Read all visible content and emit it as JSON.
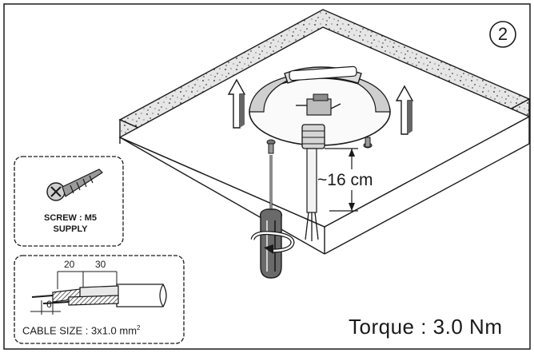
{
  "step": {
    "number": "2"
  },
  "mounting": {
    "distance_label": "~16 cm"
  },
  "screw_box": {
    "line1": "SCREW : M5",
    "line2": "SUPPLY"
  },
  "cable_box": {
    "dim_a": "20",
    "dim_b": "30",
    "dim_c": "6",
    "size_label": "CABLE SIZE : 3x1.0 mm",
    "size_exponent": "2"
  },
  "torque": {
    "label": "Torque : 3.0 Nm"
  },
  "colors": {
    "ink": "#1a1a1a",
    "ceiling_edge": "#dcdcdc",
    "background": "#ffffff"
  }
}
